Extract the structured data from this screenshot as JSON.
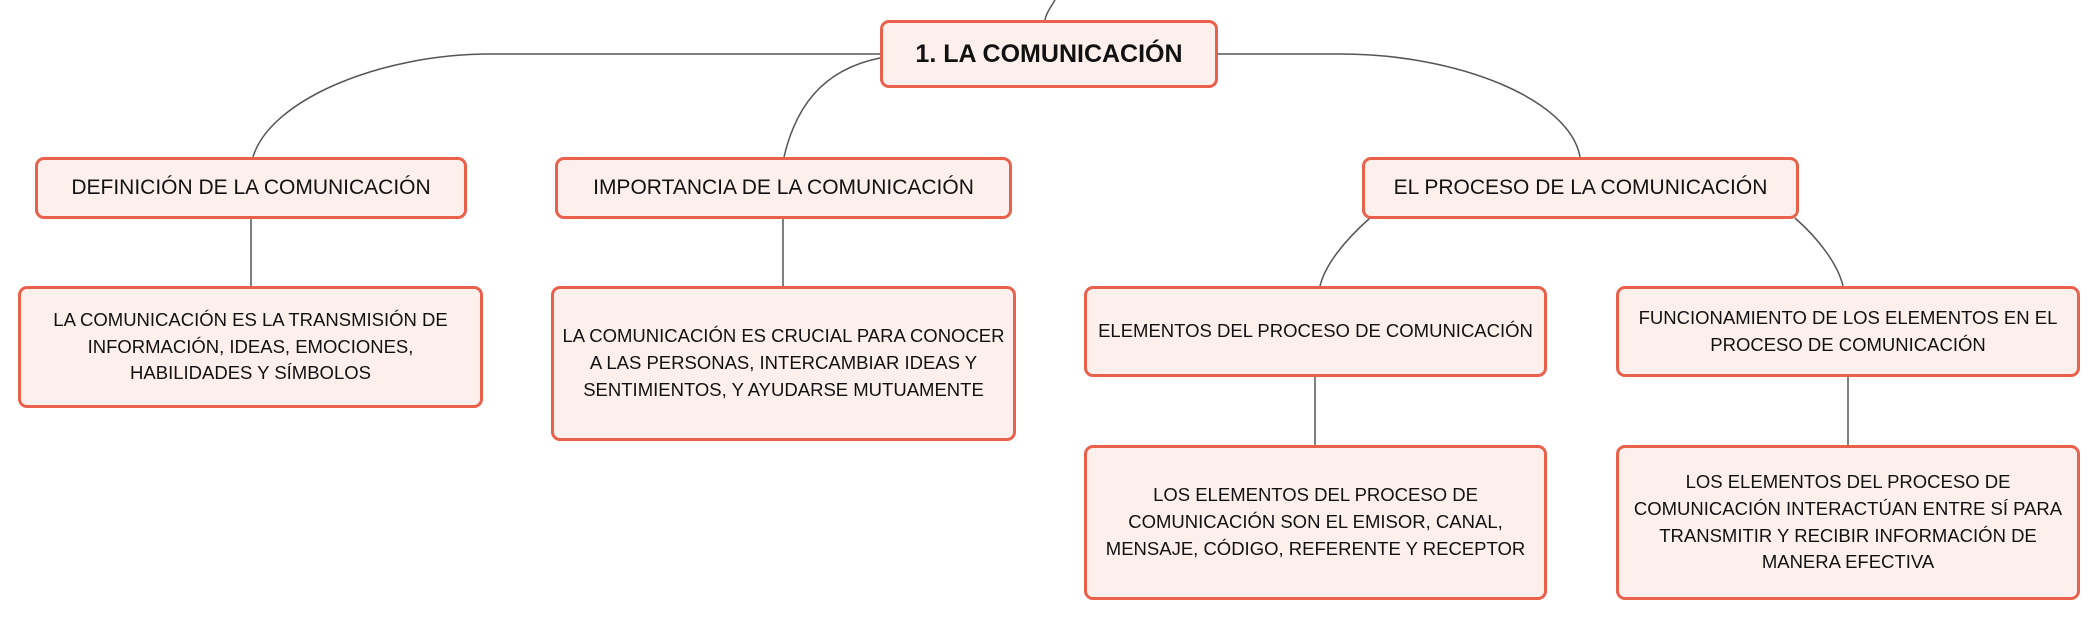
{
  "root": {
    "label": "1. LA COMUNICACIÓN"
  },
  "topics": {
    "definicion": "DEFINICIÓN DE LA COMUNICACIÓN",
    "importancia": "IMPORTANCIA DE LA COMUNICACIÓN",
    "proceso": "EL PROCESO DE LA COMUNICACIÓN"
  },
  "subtopics": {
    "elementos": "ELEMENTOS DEL PROCESO DE COMUNICACIÓN",
    "funcionamiento": "FUNCIONAMIENTO DE LOS ELEMENTOS EN EL PROCESO DE COMUNICACIÓN"
  },
  "details": {
    "definicion": "LA COMUNICACIÓN ES LA TRANSMISIÓN DE INFORMACIÓN, IDEAS, EMOCIONES, HABILIDADES Y SÍMBOLOS",
    "importancia": "LA COMUNICACIÓN ES CRUCIAL PARA CONOCER A LAS PERSONAS, INTERCAMBIAR IDEAS Y SENTIMIENTOS, Y AYUDARSE MUTUAMENTE",
    "elementos": "LOS ELEMENTOS DEL PROCESO DE COMUNICACIÓN SON EL EMISOR, CANAL, MENSAJE, CÓDIGO, REFERENTE Y RECEPTOR",
    "funcionamiento": "LOS ELEMENTOS DEL PROCESO DE COMUNICACIÓN INTERACTÚAN ENTRE SÍ PARA TRANSMITIR Y RECIBIR INFORMACIÓN DE MANERA EFECTIVA"
  },
  "colors": {
    "node_border": "#e9604b",
    "node_fill": "#fdf0ec",
    "connector": "#555555",
    "text": "#111111"
  }
}
